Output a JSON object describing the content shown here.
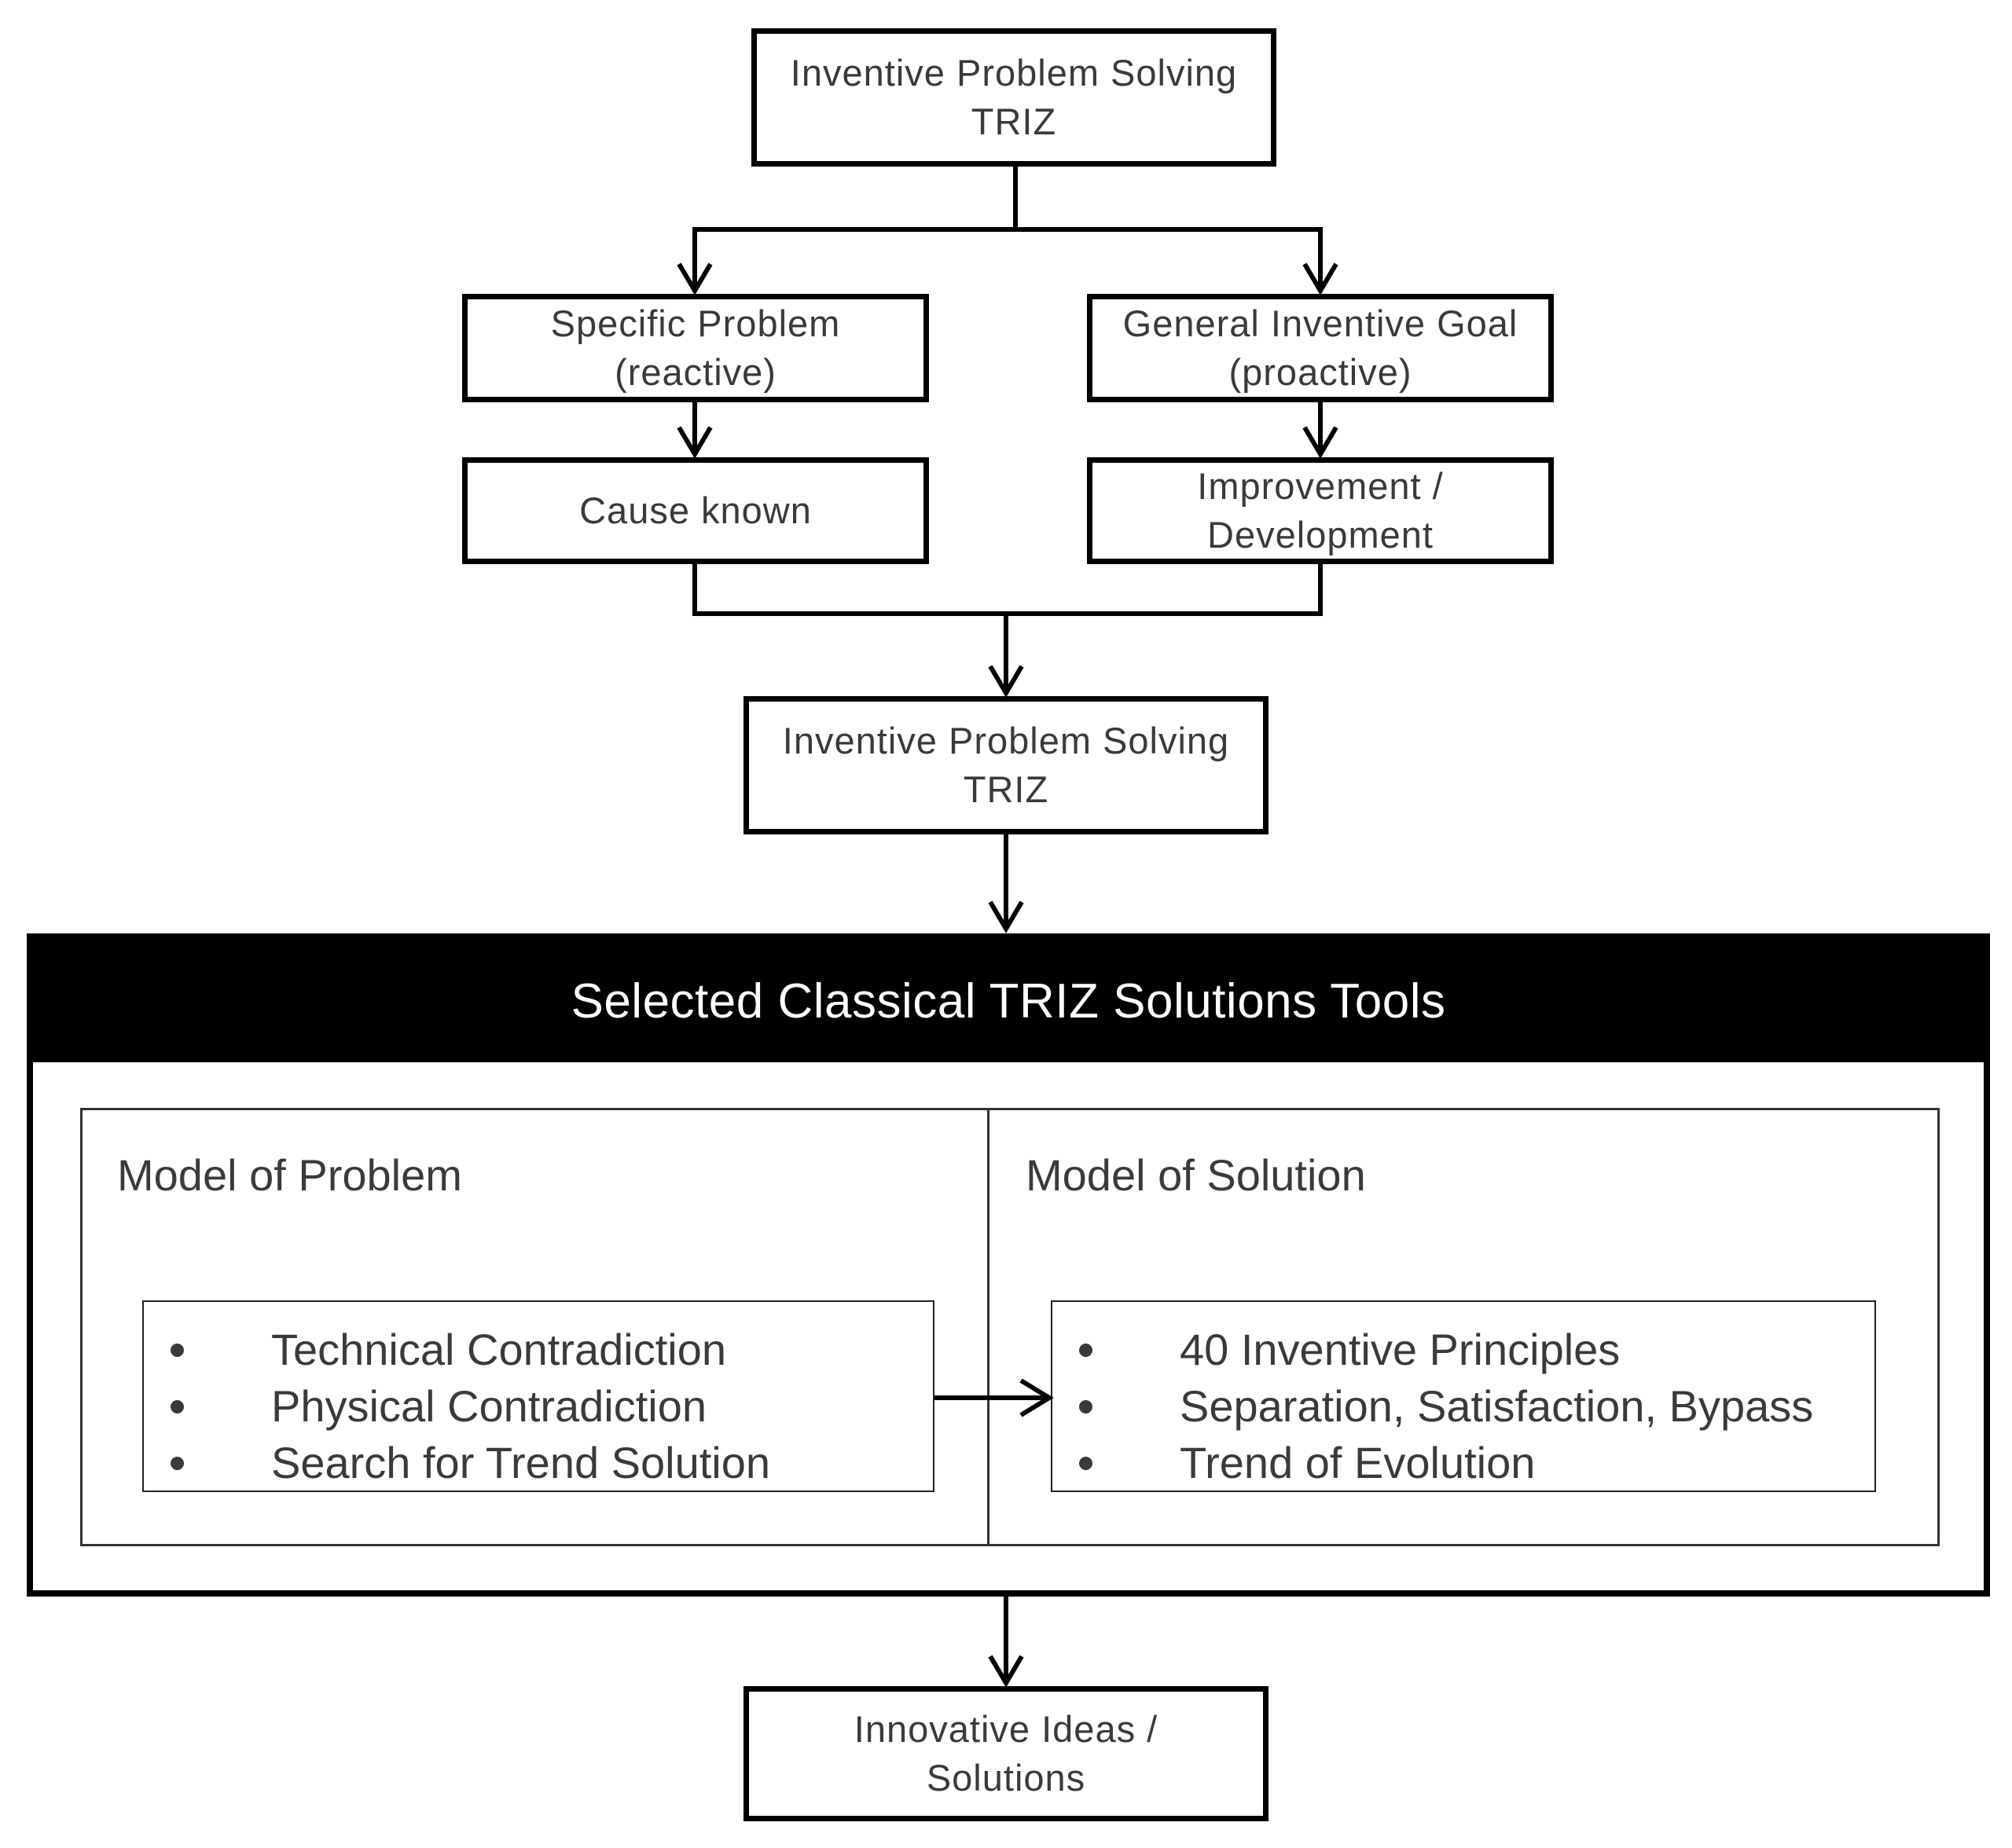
{
  "nodes": {
    "triz_top": {
      "line1": "Inventive Problem Solving",
      "line2": "TRIZ"
    },
    "specific_problem": {
      "line1": "Specific Problem",
      "line2": "(reactive)"
    },
    "general_goal": {
      "line1": "General Inventive Goal",
      "line2": "(proactive)"
    },
    "cause_known": {
      "line1": "Cause known"
    },
    "improvement": {
      "line1": "Improvement /",
      "line2": "Development"
    },
    "triz_mid": {
      "line1": "Inventive Problem Solving",
      "line2": "TRIZ"
    },
    "outcome": {
      "line1": "Innovative Ideas /",
      "line2": "Solutions"
    }
  },
  "tools": {
    "title": "Selected Classical TRIZ Solutions Tools",
    "model_problem": {
      "title": "Model of Problem",
      "items": [
        "Technical Contradiction",
        "Physical Contradiction",
        "Search for Trend Solution"
      ]
    },
    "model_solution": {
      "title": "Model of Solution",
      "items": [
        "40 Inventive Principles",
        "Separation, Satisfaction, Bypass",
        "Trend of Evolution"
      ]
    }
  },
  "edges": [
    {
      "from": "triz_top",
      "to": "specific_problem"
    },
    {
      "from": "triz_top",
      "to": "general_goal"
    },
    {
      "from": "specific_problem",
      "to": "cause_known"
    },
    {
      "from": "general_goal",
      "to": "improvement"
    },
    {
      "from": "cause_known",
      "to": "triz_mid"
    },
    {
      "from": "improvement",
      "to": "triz_mid"
    },
    {
      "from": "triz_mid",
      "to": "tools"
    },
    {
      "from": "model_problem",
      "to": "model_solution"
    },
    {
      "from": "tools",
      "to": "outcome"
    }
  ]
}
